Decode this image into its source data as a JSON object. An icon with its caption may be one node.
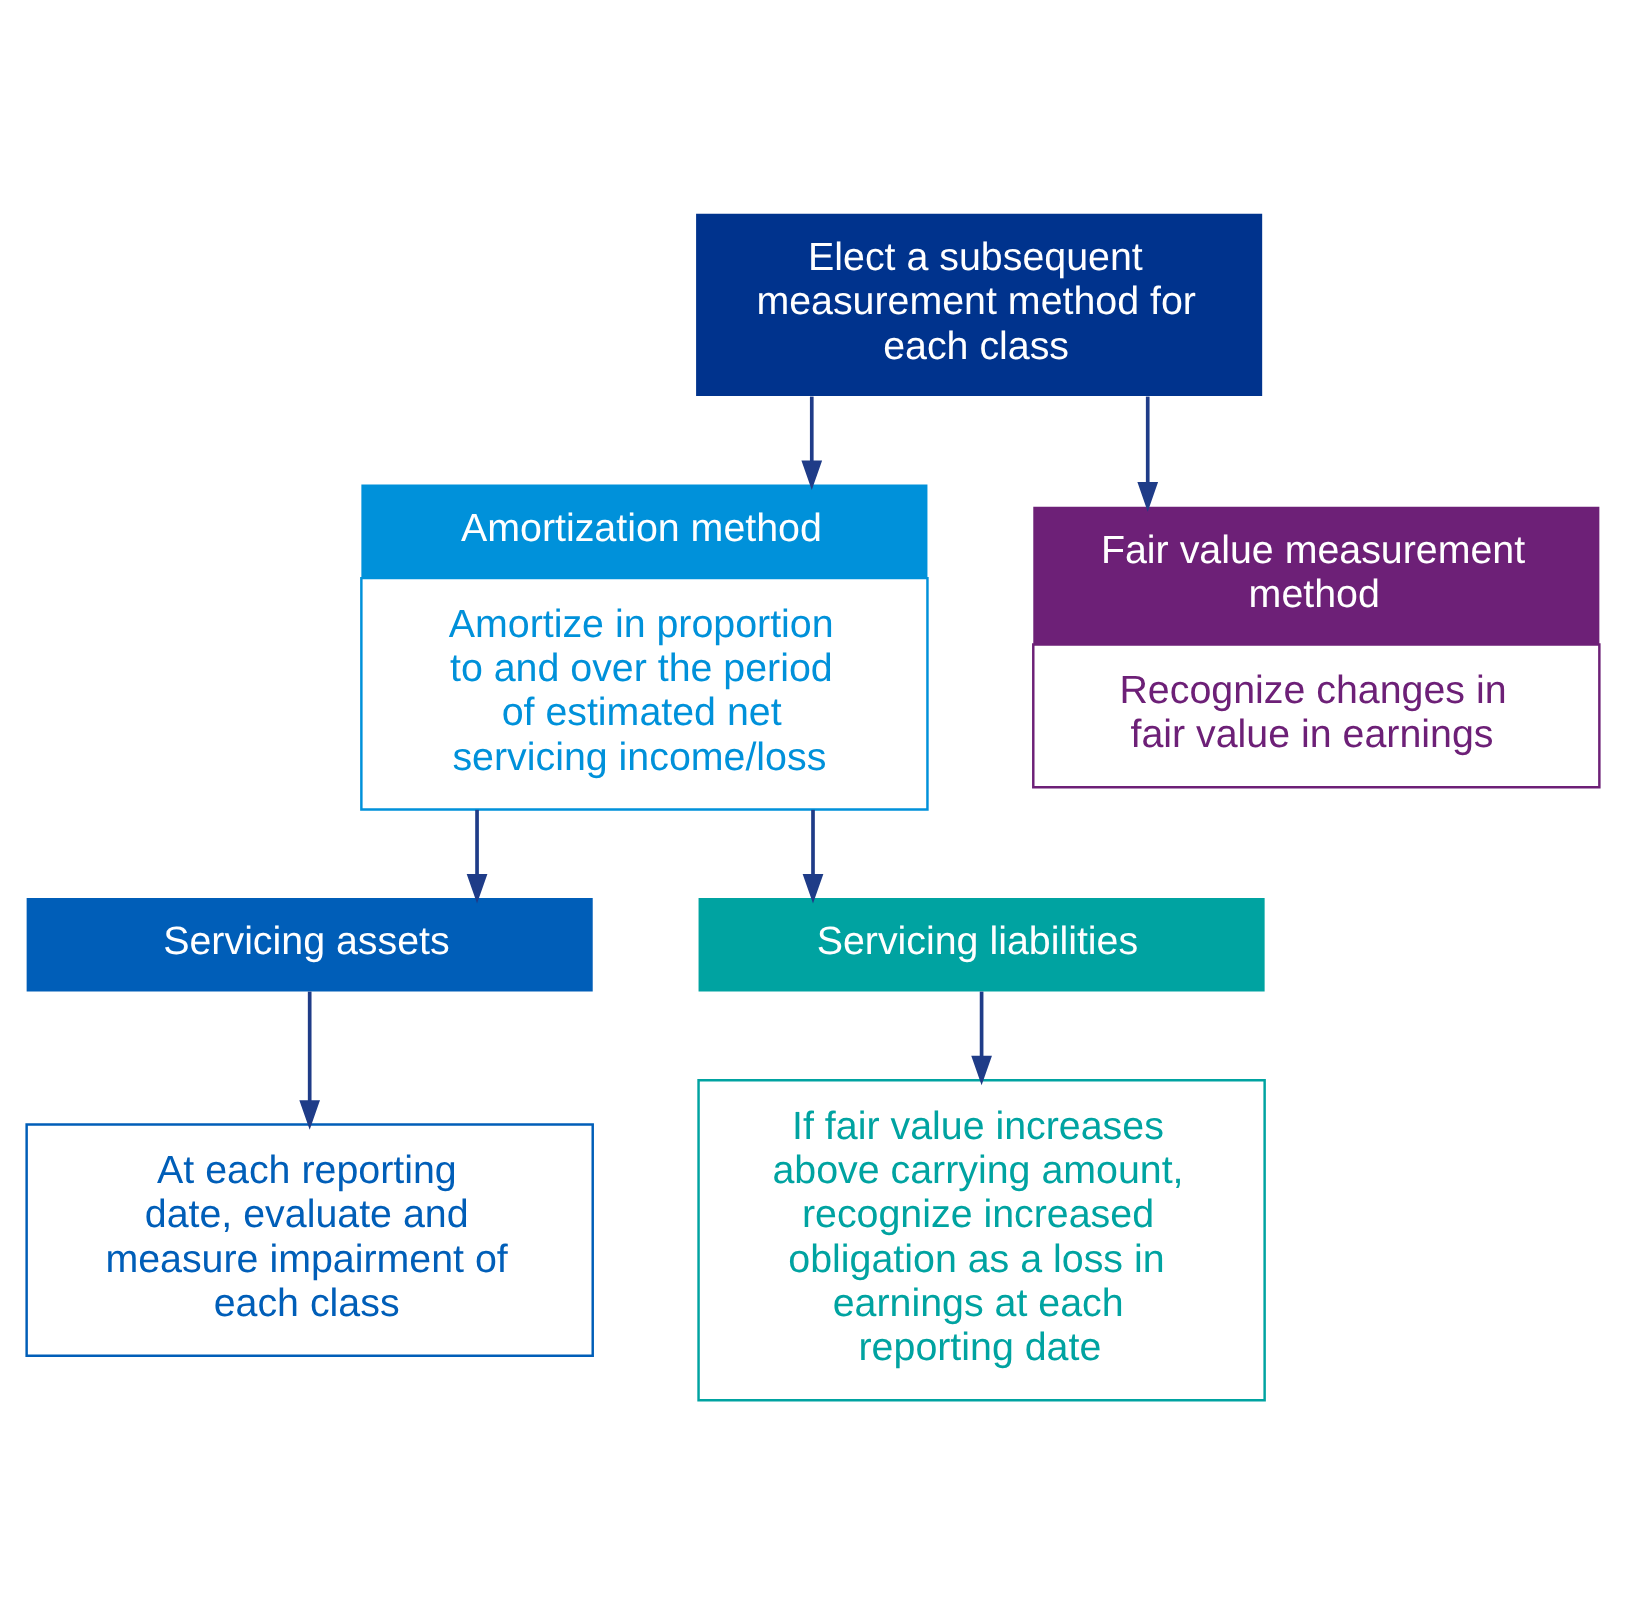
{
  "diagram": {
    "nodes": [
      {
        "text": [
          "Elect a subsequent measurement method for each class"
        ]
      },
      {
        "text": [
          "Amortization method",
          "Amortize in proportion to and over the period of estimated net servicing income/loss"
        ]
      },
      {
        "text": [
          "Fair value measurement method",
          "Recognize changes in fair value in earnings"
        ]
      },
      {
        "text": [
          "Servicing assets"
        ]
      },
      {
        "text": [
          "Servicing liabilities"
        ]
      },
      {
        "text": [
          "At each reporting date, evaluate and measure impairment of each class"
        ]
      },
      {
        "text": [
          "If fair value increases above carrying amount, recognize increased obligation as a loss in earnings at each reporting date"
        ]
      }
    ],
    "edges": [
      {
        "from": 0,
        "to": 1,
        "arrow": "to"
      },
      {
        "from": 0,
        "to": 2,
        "arrow": "to"
      },
      {
        "from": 1,
        "to": 3,
        "arrow": "to"
      },
      {
        "from": 1,
        "to": 4,
        "arrow": "to"
      },
      {
        "from": 3,
        "to": 5,
        "arrow": "to"
      },
      {
        "from": 4,
        "to": 6,
        "arrow": "to"
      }
    ]
  }
}
